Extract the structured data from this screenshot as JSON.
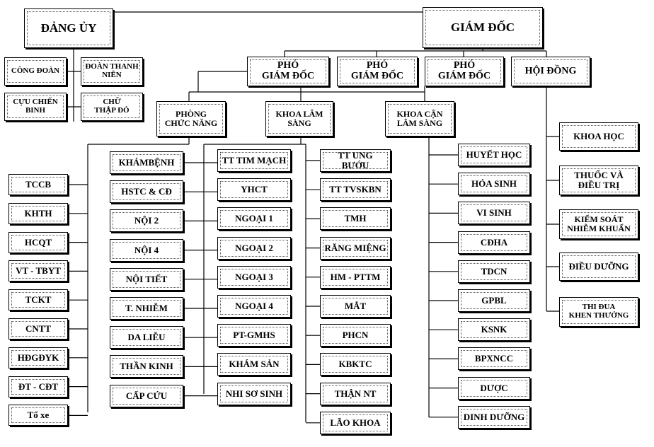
{
  "nodes": {
    "dang_uy": "ĐẢNG ỦY",
    "giam_doc": "GIÁM ĐỐC",
    "cong_doan": "CÔNG ĐOÀN",
    "doan_thanh_nien": "ĐOÀN THANH\nNIÊN",
    "cuu_chien_binh": "CỰU CHIẾN\nBINH",
    "chu_thap_do": "CHỮ\nTHẬP ĐỎ",
    "pho_giam_doc_1": "PHÓ\nGIÁM ĐỐC",
    "pho_giam_doc_2": "PHÓ\nGIÁM ĐỐC",
    "pho_giam_doc_3": "PHÓ\nGIÁM ĐỐC",
    "hoi_dong": "HỘI ĐỒNG",
    "phong_chuc_nang": "PHÒNG\nCHỨC NĂNG",
    "khoa_lam_sang": "KHOA LÂM\nSÀNG",
    "khoa_can_lam_sang": "KHOA CẬN\nLÂM SÀNG",
    "khoa_hoc": "KHOA HỌC",
    "thuoc_va_dieu_tri": "THUỐC VÀ\nĐIỀU TRỊ",
    "kiem_soat_nhiem_khuan": "KIỂM SOÁT\nNHIỄM KHUẨN",
    "dieu_duong_hd": "ĐIỀU DƯỠNG",
    "thi_dua_khen_thuong": "THI ĐUA\nKHEN THƯỞNG"
  },
  "phong_list": [
    "TCCB",
    "KHTH",
    "HCQT",
    "VT - TBYT",
    "TCKT",
    "CNTT",
    "HĐGĐYK",
    "ĐT - CĐT",
    "Tổ xe"
  ],
  "lam_sang_col1": [
    "KHÁMBỆNH",
    "HSTC & CĐ",
    "NỘI 2",
    "NỘI 4",
    "NỘI TIẾT",
    "T. NHIỄM",
    "DA LIỄU",
    "THẦN KINH",
    "CẤP CỨU"
  ],
  "lam_sang_col2": [
    "TT TIM MẠCH",
    "YHCT",
    "NGOẠI 1",
    "NGOẠI 2",
    "NGOẠI 3",
    "NGOẠI 4",
    "PT-GMHS",
    "KHÁM SẢN",
    "NHI SƠ SINH"
  ],
  "lam_sang_col3": [
    "TT UNG BƯỚU",
    "TT TVSKBN",
    "TMH",
    "RĂNG MIỆNG",
    "HM - PTTM",
    "MẮT",
    "PHCN",
    "KBKTC",
    "THẬN NT",
    "LÃO KHOA"
  ],
  "can_lam_sang_list": [
    "HUYẾT HỌC",
    "HÓA SINH",
    "VI SINH",
    "CĐHA",
    "TDCN",
    "GPBL",
    "KSNK",
    "BPXNCC",
    "DƯỢC",
    "DINH DƯỠNG"
  ]
}
